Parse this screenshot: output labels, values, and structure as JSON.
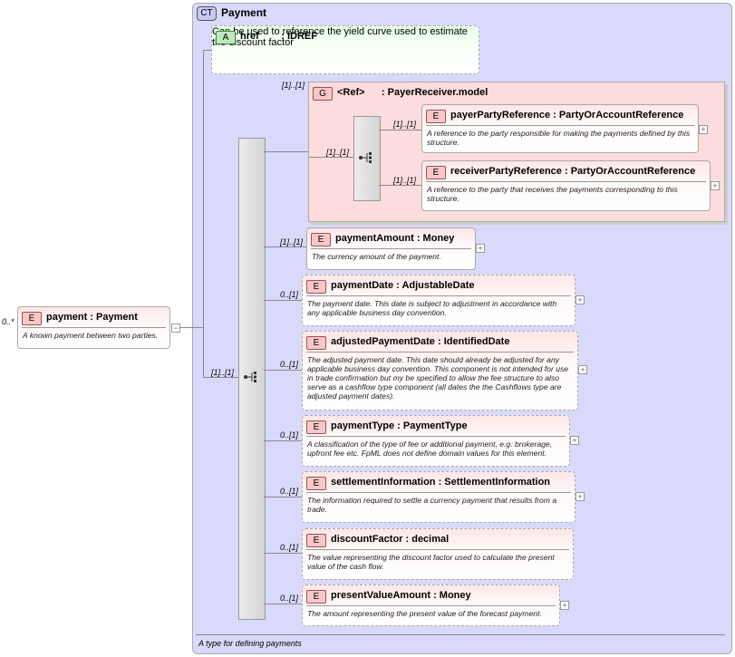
{
  "root": {
    "badge": "E",
    "name": "payment : Payment",
    "doc": "A known payment between two parties.",
    "cardinality": "0..*"
  },
  "complex_type": {
    "badge": "CT",
    "title": "Payment",
    "footer": "A type for defining payments"
  },
  "attribute": {
    "badge": "A",
    "name": "href        : IDREF",
    "doc": "Can be used to reference the yield curve used to estimate the discount factor"
  },
  "sequence_cardinality": "[1]..[1]",
  "group": {
    "badge": "G",
    "name": "<Ref>      : PayerReceiver.model",
    "cardinality": "[1]..[1]",
    "inner_cardinality": "[1]..[1]",
    "children": [
      {
        "badge": "E",
        "name": "payerPartyReference : PartyOrAccountReference",
        "doc": "A reference to the party responsible for making the payments defined by this structure.",
        "cardinality": "[1]..[1]"
      },
      {
        "badge": "E",
        "name": "receiverPartyReference : PartyOrAccountReference",
        "doc": "A reference to the party that receives the payments corresponding to this structure.",
        "cardinality": "[1]..[1]"
      }
    ]
  },
  "elements": [
    {
      "badge": "E",
      "name": "paymentAmount : Money",
      "doc": "The currency amount of the payment.",
      "cardinality": "[1]..[1]"
    },
    {
      "badge": "E",
      "name": "paymentDate : AdjustableDate",
      "doc": "The payment date. This date is subject to adjustment in accordance with any applicable business day convention.",
      "cardinality": "0..[1]"
    },
    {
      "badge": "E",
      "name": "adjustedPaymentDate : IdentifiedDate",
      "doc": "The adjusted payment date. This date should already be adjusted for any applicable business day convention. This component is not intended for use in trade confirmation but my be specified to allow the fee structure to also serve as a cashflow type component (all dates the the Cashflows type are adjusted payment dates).",
      "cardinality": "0..[1]"
    },
    {
      "badge": "E",
      "name": "paymentType : PaymentType",
      "doc": "A classification of the type of fee or additional payment, e.g. brokerage, upfront fee etc. FpML does not define domain values for this element.",
      "cardinality": "0..[1]"
    },
    {
      "badge": "E",
      "name": "settlementInformation : SettlementInformation",
      "doc": "The information required to settle a currency payment that results from a trade.",
      "cardinality": "0..[1]"
    },
    {
      "badge": "E",
      "name": "discountFactor : decimal",
      "doc": "The value representing the discount factor used to calculate the present value of the cash flow.",
      "cardinality": "0..[1]"
    },
    {
      "badge": "E",
      "name": "presentValueAmount : Money",
      "doc": "The amount representing the present value of the forecast payment.",
      "cardinality": "0..[1]"
    }
  ]
}
